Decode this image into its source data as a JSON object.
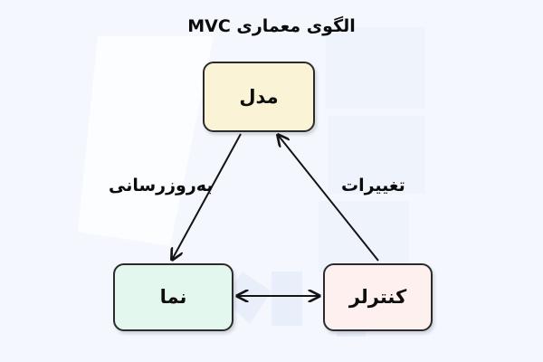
{
  "diagram": {
    "title": "الگوی معماری MVC",
    "background_color": "#f4f7fd",
    "border_color": "#2b2b2b",
    "nodes": [
      {
        "key": "model",
        "label": "مدل",
        "fill": "#fbf3d5"
      },
      {
        "key": "view",
        "label": "نما",
        "fill": "#e4f7ee"
      },
      {
        "key": "controller",
        "label": "کنترلر",
        "fill": "#fdf0ef"
      }
    ],
    "edges": [
      {
        "key": "model-to-view",
        "label": "به‌روزرسانی",
        "from": "مدل",
        "to": "نما",
        "arrow": "single"
      },
      {
        "key": "controller-to-model",
        "label": "تغییرات",
        "from": "کنترلر",
        "to": "مدل",
        "arrow": "single"
      },
      {
        "key": "view-controller",
        "label": "",
        "from": "نما",
        "to": "کنترلر",
        "arrow": "double"
      }
    ]
  }
}
